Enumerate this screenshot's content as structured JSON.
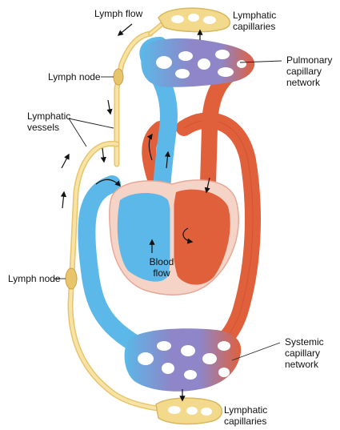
{
  "labels": {
    "lymph_flow": "Lymph flow",
    "lymphatic_capillaries_top": [
      "Lymphatic",
      "capillaries"
    ],
    "pulmonary": [
      "Pulmonary",
      "capillary",
      "network"
    ],
    "lymph_node_top": "Lymph node",
    "lymphatic_vessels": [
      "Lymphatic",
      "vessels"
    ],
    "blood_flow": [
      "Blood",
      "flow"
    ],
    "lymph_node_bottom": "Lymph node",
    "systemic": [
      "Systemic",
      "capillary",
      "network"
    ],
    "lymphatic_capillaries_bottom": [
      "Lymphatic",
      "capillaries"
    ]
  },
  "colors": {
    "deoxygenated_blood": "#5bb8e8",
    "oxygenated_blood": "#e0603c",
    "capillary_mix": "#8e86c8",
    "lymph": "#f3d98c",
    "heart_tissue": "#f6d3c7"
  }
}
